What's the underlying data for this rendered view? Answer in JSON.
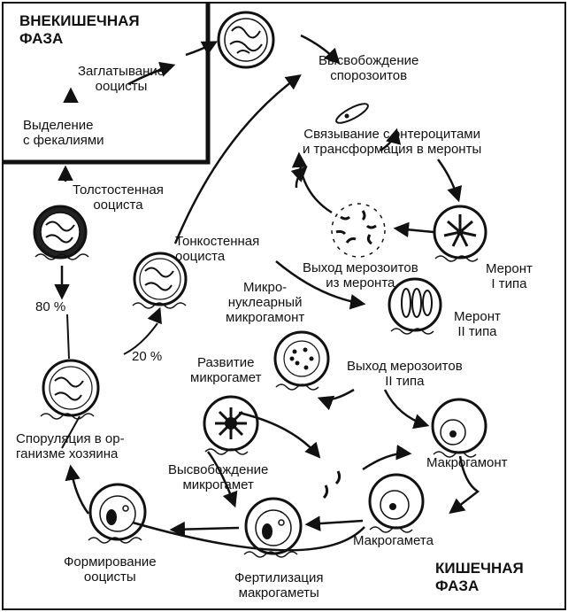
{
  "phases": {
    "external": [
      "ВНЕКИШЕЧНАЯ",
      "ФАЗА"
    ],
    "intestinal": [
      "КИШЕЧНАЯ",
      "ФАЗА"
    ]
  },
  "labels": {
    "swallow": [
      "Заглатывание",
      "ооцисты"
    ],
    "release_sporozoites": [
      "Высвобождение",
      "спорозоитов"
    ],
    "excretion": [
      "Выделение",
      "с фекалиями"
    ],
    "binding": [
      "Связывание с энтероцитами",
      "и трансформация в меронты"
    ],
    "thick_oocyst": [
      "Толстостенная",
      "ооциста"
    ],
    "thin_oocyst": [
      "Тонкостенная",
      "ооциста"
    ],
    "meront1_exit": [
      "Выход мерозоитов",
      "из меронта"
    ],
    "meront1": [
      "Меронт",
      "I типа"
    ],
    "micro_gamont": [
      "Микро-",
      "нуклеарный",
      "микрогамонт"
    ],
    "meront2": [
      "Меронт",
      "II типа"
    ],
    "microgamete_dev": [
      "Развитие",
      "микрогамет"
    ],
    "merozoite2_exit": [
      "Выход мерозоитов",
      "II типа"
    ],
    "sporulation": [
      "Споруляция в ор-",
      "ганизме хозяина"
    ],
    "macrogamont": [
      "Макрогамонт"
    ],
    "release_micro": [
      "Высвобождение",
      "микрогамет"
    ],
    "oocyst_formation": [
      "Формирование",
      "ооцисты"
    ],
    "macrogamete": [
      "Макрогамета"
    ],
    "fertilization": [
      "Фертилизация",
      "макрогаметы"
    ]
  },
  "percentages": {
    "p80": "80 %",
    "p20": "20 %"
  }
}
